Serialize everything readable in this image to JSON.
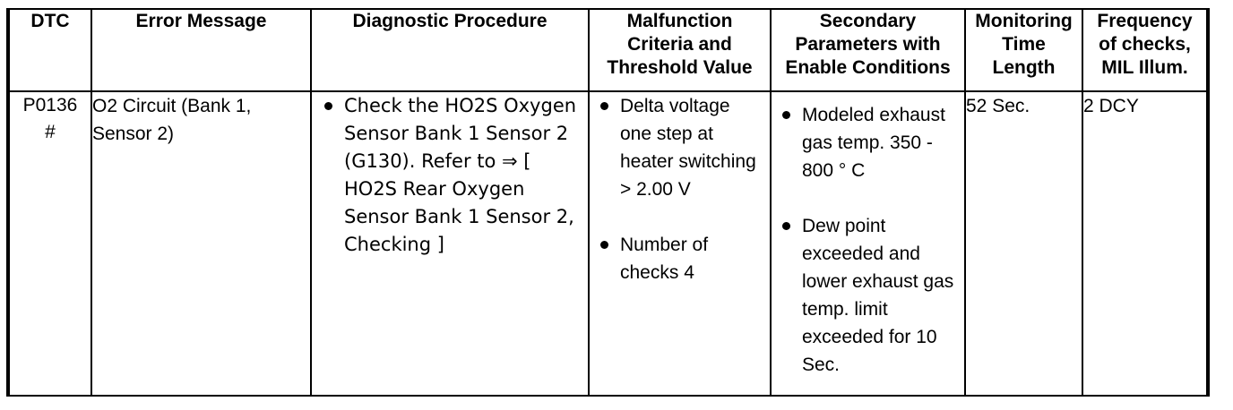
{
  "table": {
    "headers": [
      "DTC",
      "Error Message",
      "Malfunction\nCriteria and\nThreshold Value",
      "Secondary\nParameters with\nEnable Conditions",
      "Monitoring\nTime\nLength",
      "Frequency\nof checks,\nMIL Illum.",
      "Diagnostic Procedure"
    ],
    "header_dtc": "DTC",
    "header_error_message": "Error Message",
    "header_diagnostic_procedure": "Diagnostic Procedure",
    "header_malfunction_line1": "Malfunction",
    "header_malfunction_line2": "Criteria and",
    "header_malfunction_line3": "Threshold Value",
    "header_secondary_line1": "Secondary",
    "header_secondary_line2": "Parameters with",
    "header_secondary_line3": "Enable Conditions",
    "header_monitoring_line1": "Monitoring",
    "header_monitoring_line2": "Time",
    "header_monitoring_line3": "Length",
    "header_frequency_line1": "Frequency",
    "header_frequency_line2": "of checks,",
    "header_frequency_line3": "MIL Illum.",
    "rows": [
      {
        "dtc_code": "P0136",
        "dtc_marker": "#",
        "error_message_line1": "O2 Circuit (Bank 1,",
        "error_message_line2": "Sensor 2)",
        "diagnostic_procedure_bullets": [
          "Check the HO2S Oxygen Sensor Bank 1 Sensor 2 (G130). Refer to ⇒ [ HO2S Rear Oxygen Sensor Bank 1 Sensor 2, Checking ]"
        ],
        "malfunction_bullets": [
          "Delta voltage one step at heater switching > 2.00 V",
          "Number of checks 4"
        ],
        "secondary_bullets": [
          "Modeled exhaust gas temp. 350 - 800 ° C",
          "Dew point exceeded and lower exhaust gas temp. limit exceeded for 10 Sec."
        ],
        "monitoring_time_length": "52 Sec.",
        "frequency_of_checks": "2 DCY"
      }
    ]
  },
  "colors": {
    "border": "#000000",
    "text": "#000000",
    "background": "#ffffff"
  }
}
